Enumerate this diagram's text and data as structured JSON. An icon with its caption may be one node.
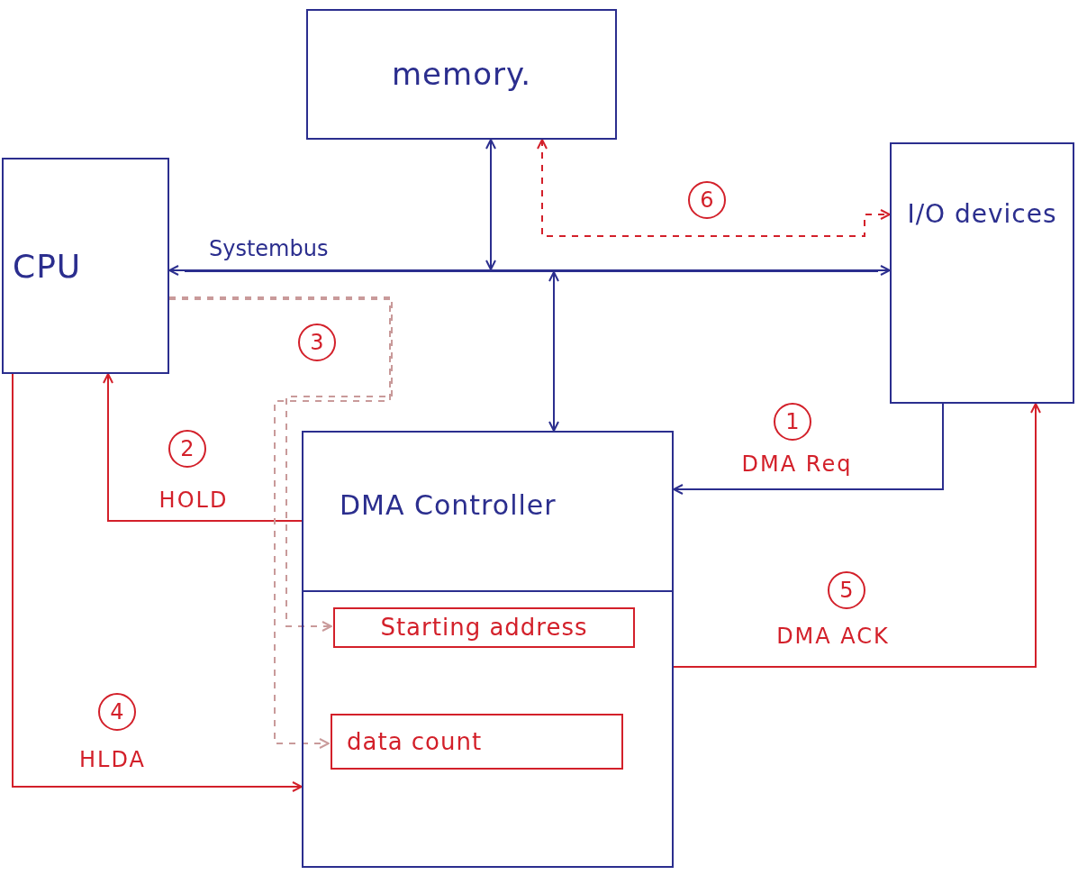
{
  "diagram": {
    "nodes": [
      {
        "text": [
          "memory."
        ]
      },
      {
        "text": [
          "CPU"
        ]
      },
      {
        "text": [
          "I/O devices"
        ]
      },
      {
        "text": [
          "DMA Controller"
        ]
      },
      {
        "text": [
          "Starting address"
        ],
        "in": 3
      },
      {
        "text": [
          "data count"
        ],
        "in": 3
      },
      {
        "text": [],
        "shape": "bar",
        "beside": [
          "Systembus"
        ]
      }
    ],
    "edges": [
      {
        "from": 6,
        "to": 1,
        "arrow": "to"
      },
      {
        "from": 6,
        "to": 2,
        "arrow": "to"
      },
      {
        "from": 0,
        "to": 6,
        "arrow": "both"
      },
      {
        "from": 6,
        "to": 3,
        "arrow": "both"
      },
      {
        "from": 2,
        "to": 3,
        "arrow": "to",
        "label": "DMA Req"
      },
      {
        "from": 3,
        "to": 1,
        "arrow": "to",
        "label": "HOLD",
        "color": "#d3202a"
      },
      {
        "from": 1,
        "to": 3,
        "arrow": "to",
        "label": "HLDA",
        "color": "#d3202a"
      },
      {
        "from": 3,
        "to": 2,
        "arrow": "to",
        "label": "DMA ACK",
        "color": "#d3202a"
      },
      {
        "from": 1,
        "to": 4,
        "arrow": "to",
        "style": "dashed",
        "color": "#c99a9a"
      },
      {
        "from": 1,
        "to": 5,
        "arrow": "to",
        "style": "dashed",
        "color": "#c99a9a"
      },
      {
        "from": 0,
        "to": 2,
        "arrow": "both",
        "style": "dashed",
        "color": "#d3202a"
      }
    ],
    "labels": [
      "6",
      "3",
      "1",
      "2",
      "5",
      "4"
    ]
  }
}
